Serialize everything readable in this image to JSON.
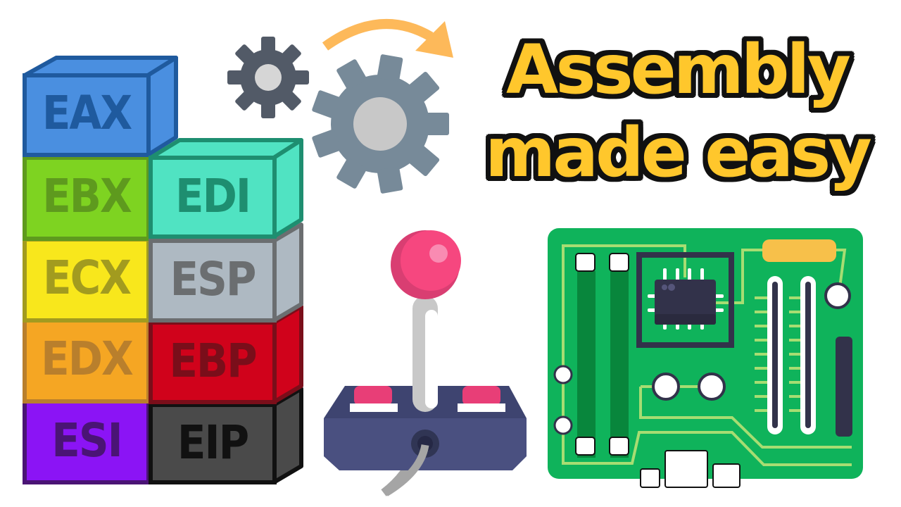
{
  "title": {
    "line1": "Assembly",
    "line2": "made easy",
    "fill_color": "#FFC72C",
    "outline_color": "#111111"
  },
  "registers": [
    {
      "name": "EAX",
      "face": "#4A8FE0",
      "edge": "#1F5A9E",
      "text": "#1F5A9E"
    },
    {
      "name": "EBX",
      "face": "#7ED321",
      "edge": "#5E9A1E",
      "text": "#5E9A1E"
    },
    {
      "name": "ECX",
      "face": "#F8E71C",
      "edge": "#A29B1F",
      "text": "#A29B1F"
    },
    {
      "name": "EDX",
      "face": "#F5A623",
      "edge": "#B97F2C",
      "text": "#B97F2C"
    },
    {
      "name": "ESI",
      "face": "#8B14F5",
      "edge": "#4A1475",
      "text": "#4A1475"
    },
    {
      "name": "EDI",
      "face": "#50E3C2",
      "edge": "#1E8E70",
      "text": "#1E8E70"
    },
    {
      "name": "ESP",
      "face": "#AEB9C2",
      "edge": "#6B6E70",
      "text": "#6B6E70"
    },
    {
      "name": "EBP",
      "face": "#D0021B",
      "edge": "#7A0E1A",
      "text": "#7A0E1A"
    },
    {
      "name": "EIP",
      "face": "#4A4A4A",
      "edge": "#111111",
      "text": "#111111"
    }
  ],
  "icons": {
    "small_gear": "gear-icon",
    "large_gear": "gear-icon",
    "arrow": "curved-arrow-icon",
    "joystick": "joystick-icon",
    "motherboard": "circuit-board-icon"
  },
  "colors": {
    "small_gear": "#525A67",
    "large_gear": "#778A99",
    "gear_hub": "#D6D6D6",
    "arrow": "#FDB95A",
    "joystick_ball": "#F6477F",
    "joystick_base": "#4A5080",
    "board": "#0FB35B",
    "trace": "#A7DD72",
    "chip": "#32324A",
    "capacitor": "#F7C04A"
  }
}
